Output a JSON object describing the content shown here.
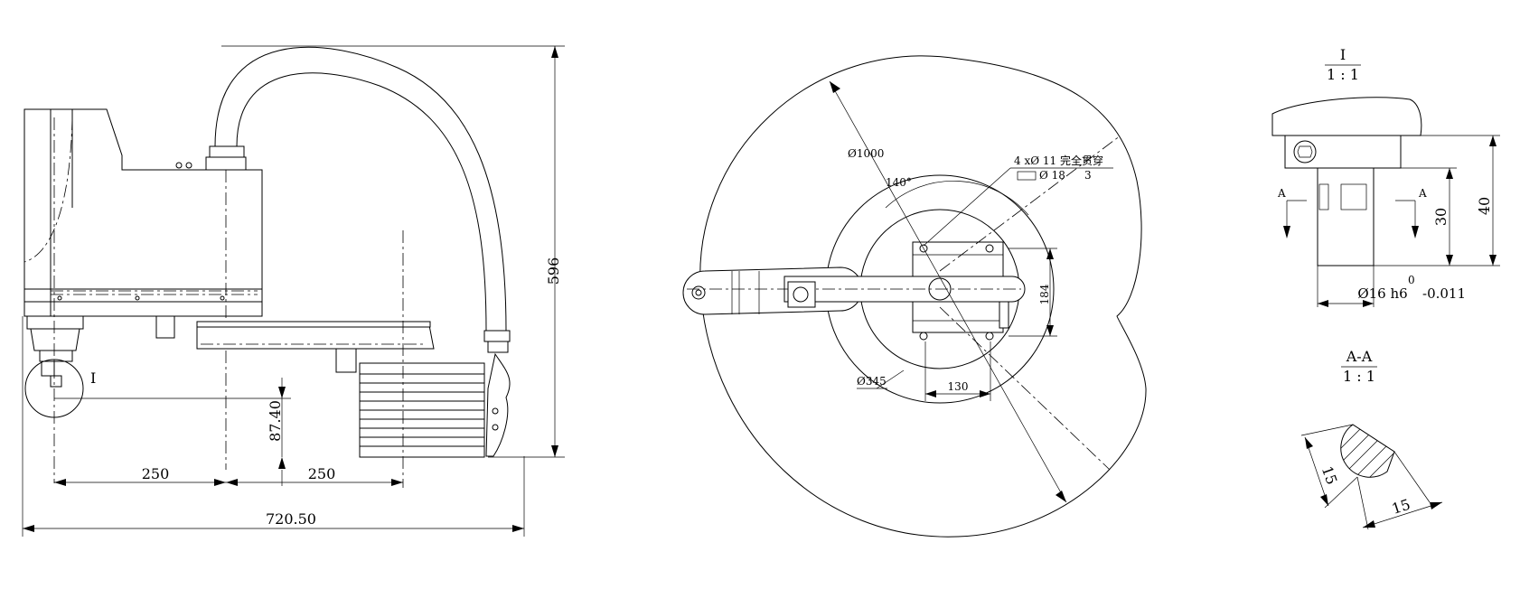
{
  "side_view": {
    "dim_width_total": "720.50",
    "dim_arm1": "250",
    "dim_arm2": "250",
    "dim_height": "596",
    "dim_flange": "87.40",
    "detail_callout": "I"
  },
  "top_view": {
    "dim_reach_dia": "Ø1000",
    "dim_inner_dia": "Ø345",
    "dim_angle": "140°",
    "dim_base_width": "130",
    "dim_base_depth": "184",
    "dim_holes": "4 xØ 11 完全贯穿",
    "dim_counterbore": "Ø 18",
    "dim_counterbore_depth": "3"
  },
  "detail_i": {
    "title": "I",
    "scale": "1 : 1",
    "dim_shaft": "Ø16 h6",
    "dim_tol_upper": "0",
    "dim_tol_lower": "-0.011",
    "dim_30": "30",
    "dim_40": "40",
    "section_label_left": "A",
    "section_label_right": "A"
  },
  "section_aa": {
    "title": "A-A",
    "scale": "1 : 1",
    "dim_15a": "15",
    "dim_15b": "15"
  }
}
